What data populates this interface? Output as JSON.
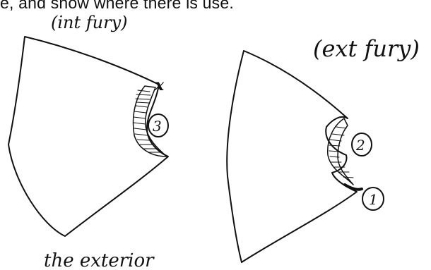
{
  "printed_text": "e, and show where there is use.",
  "annotations": {
    "left_top_label": "(int fury)",
    "right_top_label": "(ext fury)",
    "bottom_label": "the exterior",
    "left_marker_x": "x",
    "left_circle_number": "3",
    "right_circle_number_upper": "2",
    "right_circle_number_lower": "1"
  },
  "colors": {
    "ink": "#111111",
    "background": "#ffffff"
  }
}
